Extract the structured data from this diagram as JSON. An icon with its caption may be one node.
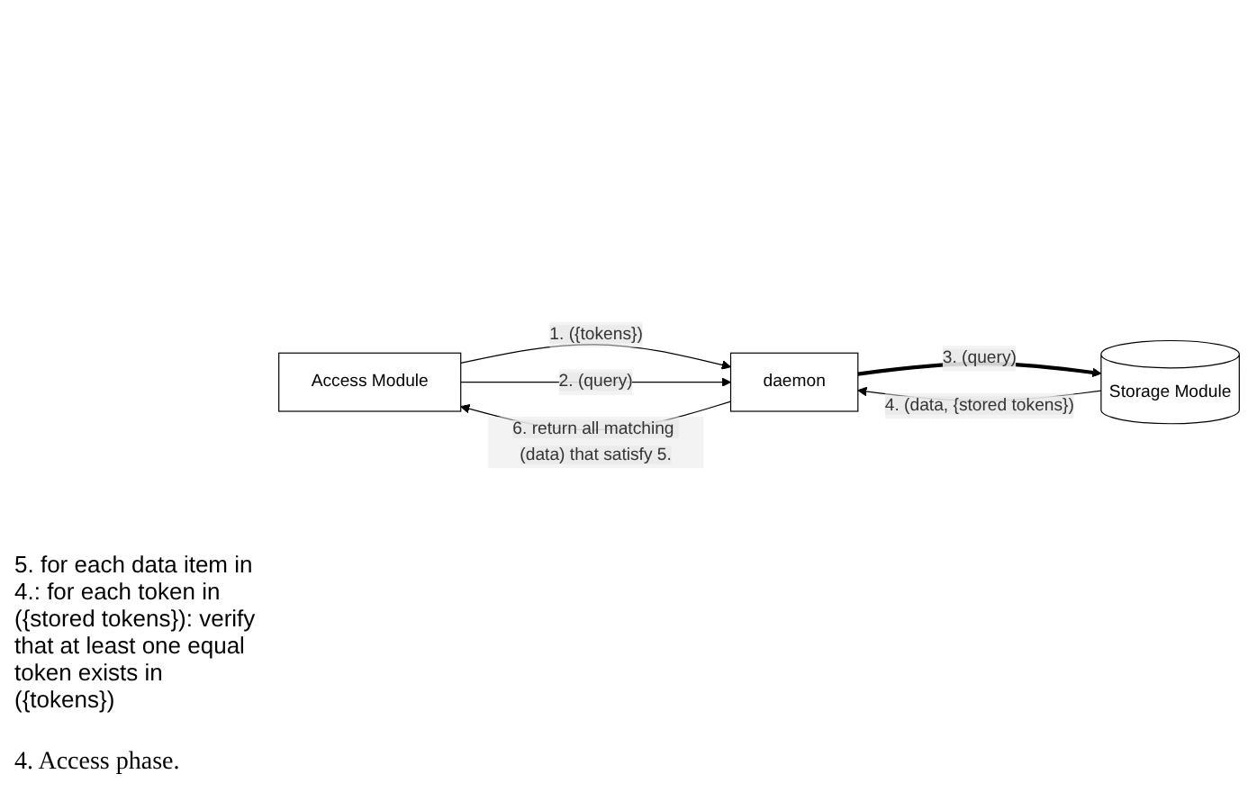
{
  "diagram": {
    "caption": "4. Access phase.",
    "nodes": [
      {
        "text": [
          "Access Module"
        ]
      },
      {
        "text": [
          "daemon"
        ]
      },
      {
        "text": [
          "Storage Module"
        ]
      }
    ],
    "edges": [
      {
        "from": 0,
        "to": 1,
        "arrow": "to",
        "label": "1. ({tokens})"
      },
      {
        "from": 0,
        "to": 1,
        "arrow": "to",
        "label": "2. (query)"
      },
      {
        "from": 1,
        "to": 0,
        "arrow": "to",
        "label": "6. return all matching (data) that satisfy 5."
      },
      {
        "from": 1,
        "to": 2,
        "arrow": "to",
        "label": "3. (query)",
        "style": "thick"
      },
      {
        "from": 2,
        "to": 1,
        "arrow": "to",
        "label": "4. (data, {stored tokens})"
      }
    ],
    "labels": [
      "5. for each data item in 4.: for each token in ({stored tokens}): verify that at least one equal token exists in ({tokens})"
    ]
  }
}
